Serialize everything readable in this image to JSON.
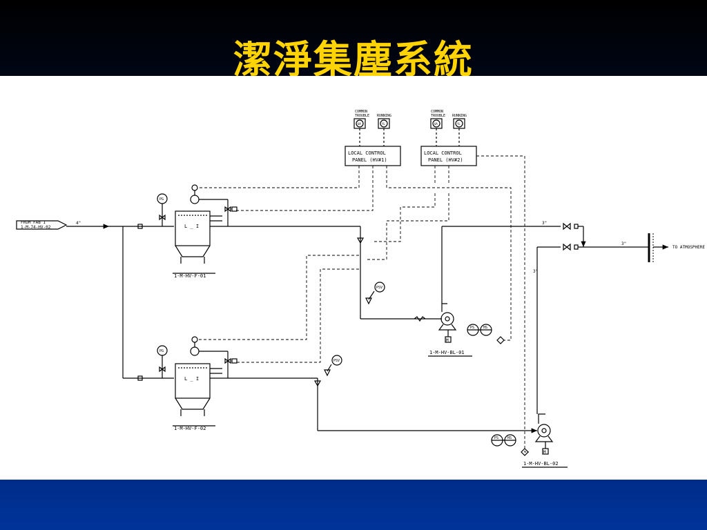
{
  "slide": {
    "title": "潔淨集塵系統"
  },
  "diagram": {
    "source_label_line1": "FROM FAB I",
    "source_label_line2": "1-M-74-HV-02",
    "pipe_size_main": "4\"",
    "pipe_size_top": "3\"",
    "pipe_size_outlet": "3\"",
    "pipe_size_vertical": "3\"",
    "atmosphere_label": "TO ATMOSPHERE",
    "panel1_line1": "LOCAL CONTROL",
    "panel1_line2": "PANEL (HV#1)",
    "panel2_line1": "LOCAL CONTROL",
    "panel2_line2": "PANEL (HV#2)",
    "common_trouble_line1": "COMMON",
    "common_trouble_line2": "TROUBLE",
    "running": "RUNNING",
    "lamp_ua": "UA",
    "lamp_yl": "YL",
    "pg": "PG",
    "psv": "PSV",
    "ps": "PS",
    "hs": "HS",
    "motor": "M",
    "filter1_tag": "1-M-HV-F-01",
    "filter2_tag": "1-M-HV-F-02",
    "blower1_tag": "1-M-HV-BL-01",
    "blower2_tag": "1-M-HV-BL-02",
    "filter_window": "L _ I"
  }
}
